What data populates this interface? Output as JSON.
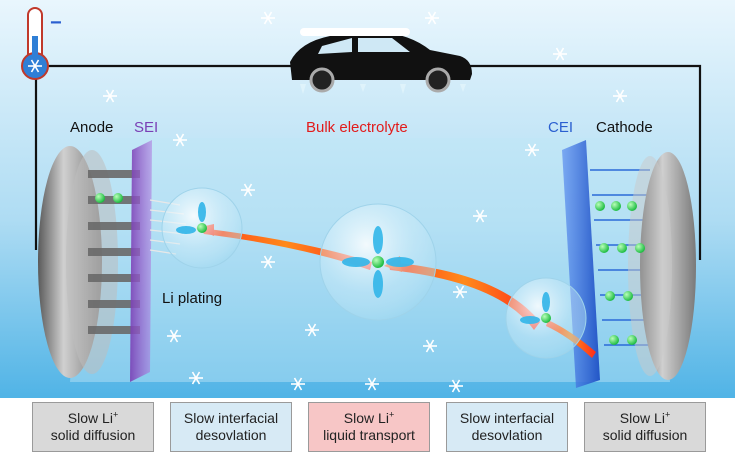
{
  "labels": {
    "anode": "Anode",
    "sei": "SEI",
    "bulk_electrolyte": "Bulk electrolyte",
    "cei": "CEI",
    "cathode": "Cathode",
    "li_plating": "Li plating",
    "thermometer_sign": "−"
  },
  "boxes": [
    {
      "line1": "Slow Li",
      "sup": "+",
      "line2": "solid diffusion",
      "fill": "#d9d9d9"
    },
    {
      "line1": "Slow interfacial",
      "sup": "",
      "line2": "desovlation",
      "fill": "#d7eaf5"
    },
    {
      "line1": "Slow Li",
      "sup": "+",
      "line2": "liquid transport",
      "fill": "#f7c6c6"
    },
    {
      "line1": "Slow interfacial",
      "sup": "",
      "line2": "desovlation",
      "fill": "#d7eaf5"
    },
    {
      "line1": "Slow Li",
      "sup": "+",
      "line2": "solid diffusion",
      "fill": "#d9d9d9"
    }
  ],
  "colors": {
    "sei": "#7a3fb5",
    "bulk_electrolyte": "#e21b1b",
    "cei": "#2a5fd0",
    "text": "#111111",
    "li_ion": "#33dd55"
  },
  "icons": [
    "thermometer-icon",
    "snowflake-icon",
    "car-icon",
    "li-ion-icon",
    "transport-arrow-icon"
  ]
}
